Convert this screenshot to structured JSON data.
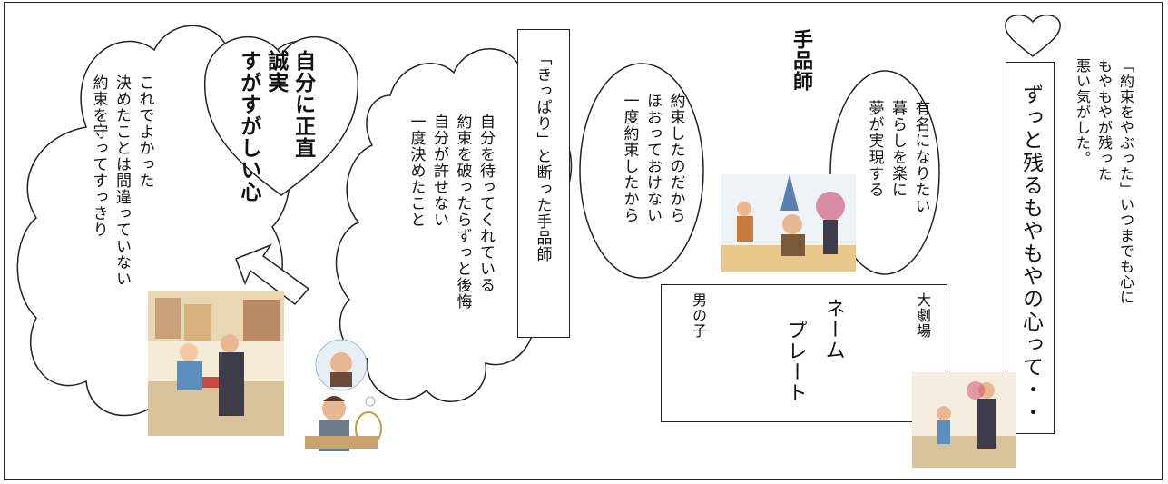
{
  "far_right_note": "「約束をやぶった」いつまでも心にもやもやが残った悪い気がした。",
  "far_right_lines": [
    "「約束をやぶった」いつまでも心に",
    "もやもやが残った",
    "悪い気がした。"
  ],
  "right_box_text": "ずっと残るもやもやの心って・・",
  "magician_title": "手品師",
  "dream_bubble_lines": [
    "有名になりたい",
    "暮らしを楽に",
    "夢が実現する"
  ],
  "promise_bubble_lines": [
    "約束したのだから",
    "ほおっておけない",
    "一度約束したから"
  ],
  "refuse_box_text": "「きっぱり」と断った手品師",
  "regret_cloud_lines": [
    "自分を待ってくれている",
    "約束を破ったらずっと後悔",
    "自分が許せない",
    "一度決めたこと"
  ],
  "heart_lines": [
    "自分に正直",
    "誠実",
    "すがすがしい心"
  ],
  "left_cloud_lines": [
    "これでよかった",
    "決めたことは間違っていない",
    "約束を守ってすっきり"
  ],
  "nameplate": {
    "left_label": "男の子",
    "center_lines": [
      "ネーム",
      "プレート"
    ],
    "right_label": "大劇場"
  }
}
